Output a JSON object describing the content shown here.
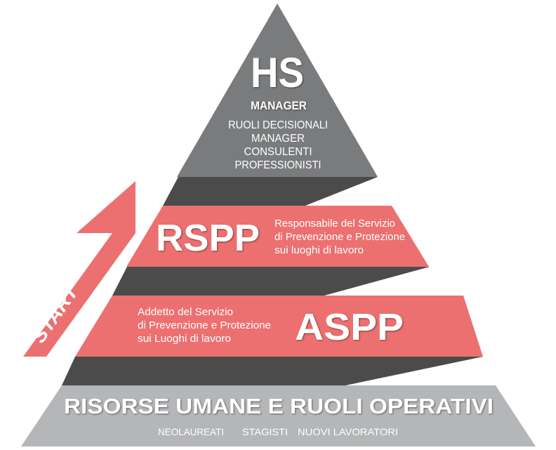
{
  "colors": {
    "top_gray": "#7a7b7d",
    "dark_band": "#4b4b4c",
    "red": "#ec7070",
    "base_gray": "#b5b6b8",
    "text": "#ffffff"
  },
  "top": {
    "title": "HS",
    "subtitle": "MANAGER",
    "lines": [
      "RUOLI DECISIONALI",
      "MANAGER",
      "CONSULENTI",
      "PROFESSIONISTI"
    ]
  },
  "rspp": {
    "title": "RSPP",
    "lines": [
      "Responsabile del Servizio",
      "di Prevenzione e Protezione",
      "sui luoghi di lavoro"
    ]
  },
  "aspp": {
    "title": "ASPP",
    "lines": [
      "Addetto del Servizio",
      "di Prevenzione e Protezione",
      "sui Luoghi di lavoro"
    ]
  },
  "base": {
    "title": "RISORSE UMANE E RUOLI OPERATIVI",
    "items": [
      "NEOLAUREATI",
      "STAGISTI",
      "NUOVI LAVORATORI"
    ]
  },
  "arrow": {
    "label": "START"
  }
}
